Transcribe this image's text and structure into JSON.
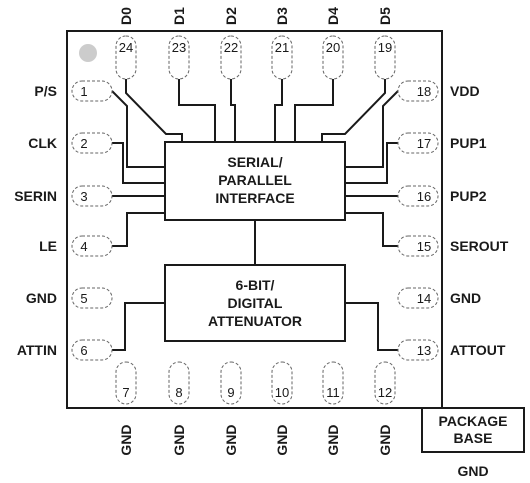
{
  "pins": {
    "left": [
      {
        "num": "1",
        "name": "P/S"
      },
      {
        "num": "2",
        "name": "CLK"
      },
      {
        "num": "3",
        "name": "SERIN"
      },
      {
        "num": "4",
        "name": "LE"
      },
      {
        "num": "5",
        "name": "GND"
      },
      {
        "num": "6",
        "name": "ATTIN"
      }
    ],
    "right": [
      {
        "num": "18",
        "name": "VDD"
      },
      {
        "num": "17",
        "name": "PUP1"
      },
      {
        "num": "16",
        "name": "PUP2"
      },
      {
        "num": "15",
        "name": "SEROUT"
      },
      {
        "num": "14",
        "name": "GND"
      },
      {
        "num": "13",
        "name": "ATTOUT"
      }
    ],
    "top": [
      {
        "num": "24",
        "name": "D0"
      },
      {
        "num": "23",
        "name": "D1"
      },
      {
        "num": "22",
        "name": "D2"
      },
      {
        "num": "21",
        "name": "D3"
      },
      {
        "num": "20",
        "name": "D4"
      },
      {
        "num": "19",
        "name": "D5"
      }
    ],
    "bottom": [
      {
        "num": "7",
        "name": "GND"
      },
      {
        "num": "8",
        "name": "GND"
      },
      {
        "num": "9",
        "name": "GND"
      },
      {
        "num": "10",
        "name": "GND"
      },
      {
        "num": "11",
        "name": "GND"
      },
      {
        "num": "12",
        "name": "GND"
      }
    ]
  },
  "blocks": {
    "serial": [
      "SERIAL/",
      "PARALLEL",
      "INTERFACE"
    ],
    "attenuator": [
      "6-BIT/",
      "DIGITAL",
      "ATTENUATOR"
    ]
  },
  "package_base": {
    "lines": [
      "PACKAGE",
      "BASE"
    ],
    "pin_name": "GND"
  }
}
